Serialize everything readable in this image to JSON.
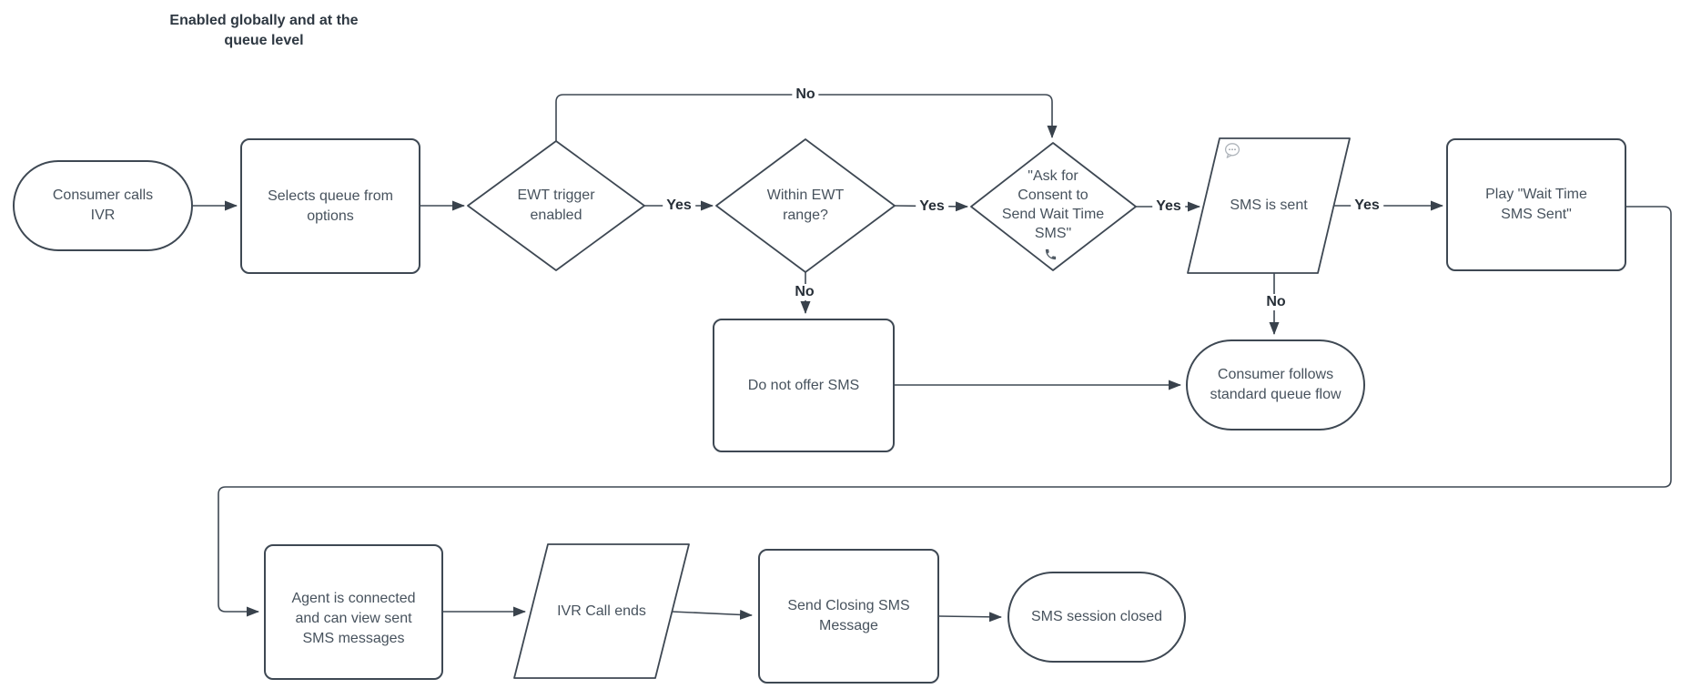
{
  "diagram": {
    "title": "Enabled globally and at the\nqueue level",
    "colors": {
      "stroke": "#3e4853",
      "node_text": "#47525d",
      "edge_label_text": "#272f38",
      "phone_icon": "#525c66",
      "sms_icon": "#aeb4ba",
      "background": "#ffffff"
    },
    "nodes": [
      {
        "id": "consumer-calls-ivr",
        "type": "terminator",
        "label": "Consumer calls\nIVR",
        "icons": []
      },
      {
        "id": "selects-queue",
        "type": "process",
        "label": "Selects queue from\noptions",
        "icons": []
      },
      {
        "id": "ewt-trigger-enabled",
        "type": "decision",
        "label": "EWT trigger\nenabled",
        "icons": []
      },
      {
        "id": "within-ewt-range",
        "type": "decision",
        "label": "Within EWT\nrange?",
        "icons": []
      },
      {
        "id": "ask-for-consent",
        "type": "decision",
        "label": "\"Ask for\nConsent to\nSend Wait Time\nSMS\"",
        "icons": [
          "phone"
        ]
      },
      {
        "id": "sms-is-sent",
        "type": "data",
        "label": "SMS is sent",
        "icons": [
          "sms"
        ]
      },
      {
        "id": "play-wait-time-sms-sent",
        "type": "process",
        "label": "Play \"Wait Time\nSMS Sent\"",
        "icons": [
          "phone"
        ]
      },
      {
        "id": "do-not-offer-sms",
        "type": "process",
        "label": "Do not offer SMS",
        "icons": []
      },
      {
        "id": "consumer-follows-standard-queue-flow",
        "type": "terminator",
        "label": "Consumer follows\nstandard queue flow",
        "icons": []
      },
      {
        "id": "agent-is-connected",
        "type": "process",
        "label": "Agent is connected\nand can view sent\nSMS messages",
        "icons": [
          "phone",
          "sms"
        ]
      },
      {
        "id": "ivr-call-ends",
        "type": "data",
        "label": "IVR Call ends",
        "icons": []
      },
      {
        "id": "send-closing-sms-message",
        "type": "process",
        "label": "Send Closing SMS\nMessage",
        "icons": [
          "sms"
        ]
      },
      {
        "id": "sms-session-closed",
        "type": "terminator",
        "label": "SMS session closed",
        "icons": []
      }
    ],
    "edge_labels": [
      {
        "id": "ewt-trigger-yes",
        "text": "Yes"
      },
      {
        "id": "within-range-yes",
        "text": "Yes"
      },
      {
        "id": "consent-yes",
        "text": "Yes"
      },
      {
        "id": "sms-sent-yes",
        "text": "Yes"
      },
      {
        "id": "ewt-trigger-no",
        "text": "No"
      },
      {
        "id": "within-range-no",
        "text": "No"
      },
      {
        "id": "sms-sent-no",
        "text": "No"
      }
    ]
  }
}
